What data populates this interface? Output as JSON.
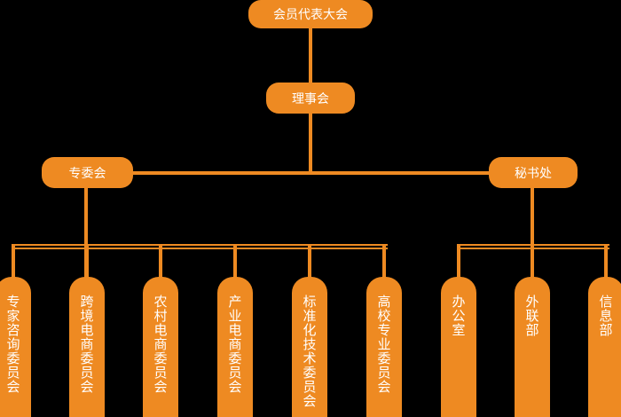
{
  "color": "#EE8A22",
  "top": "会员代表大会",
  "council": "理事会",
  "left_branch": {
    "label": "专委会",
    "children": [
      "专家咨询委员会",
      "跨境电商委员会",
      "农村电商委员会",
      "产业电商委员会",
      "标准化技术委员会",
      "高校专业委员会"
    ]
  },
  "right_branch": {
    "label": "秘书处",
    "children": [
      "办公室",
      "外联部",
      "信息部"
    ]
  }
}
